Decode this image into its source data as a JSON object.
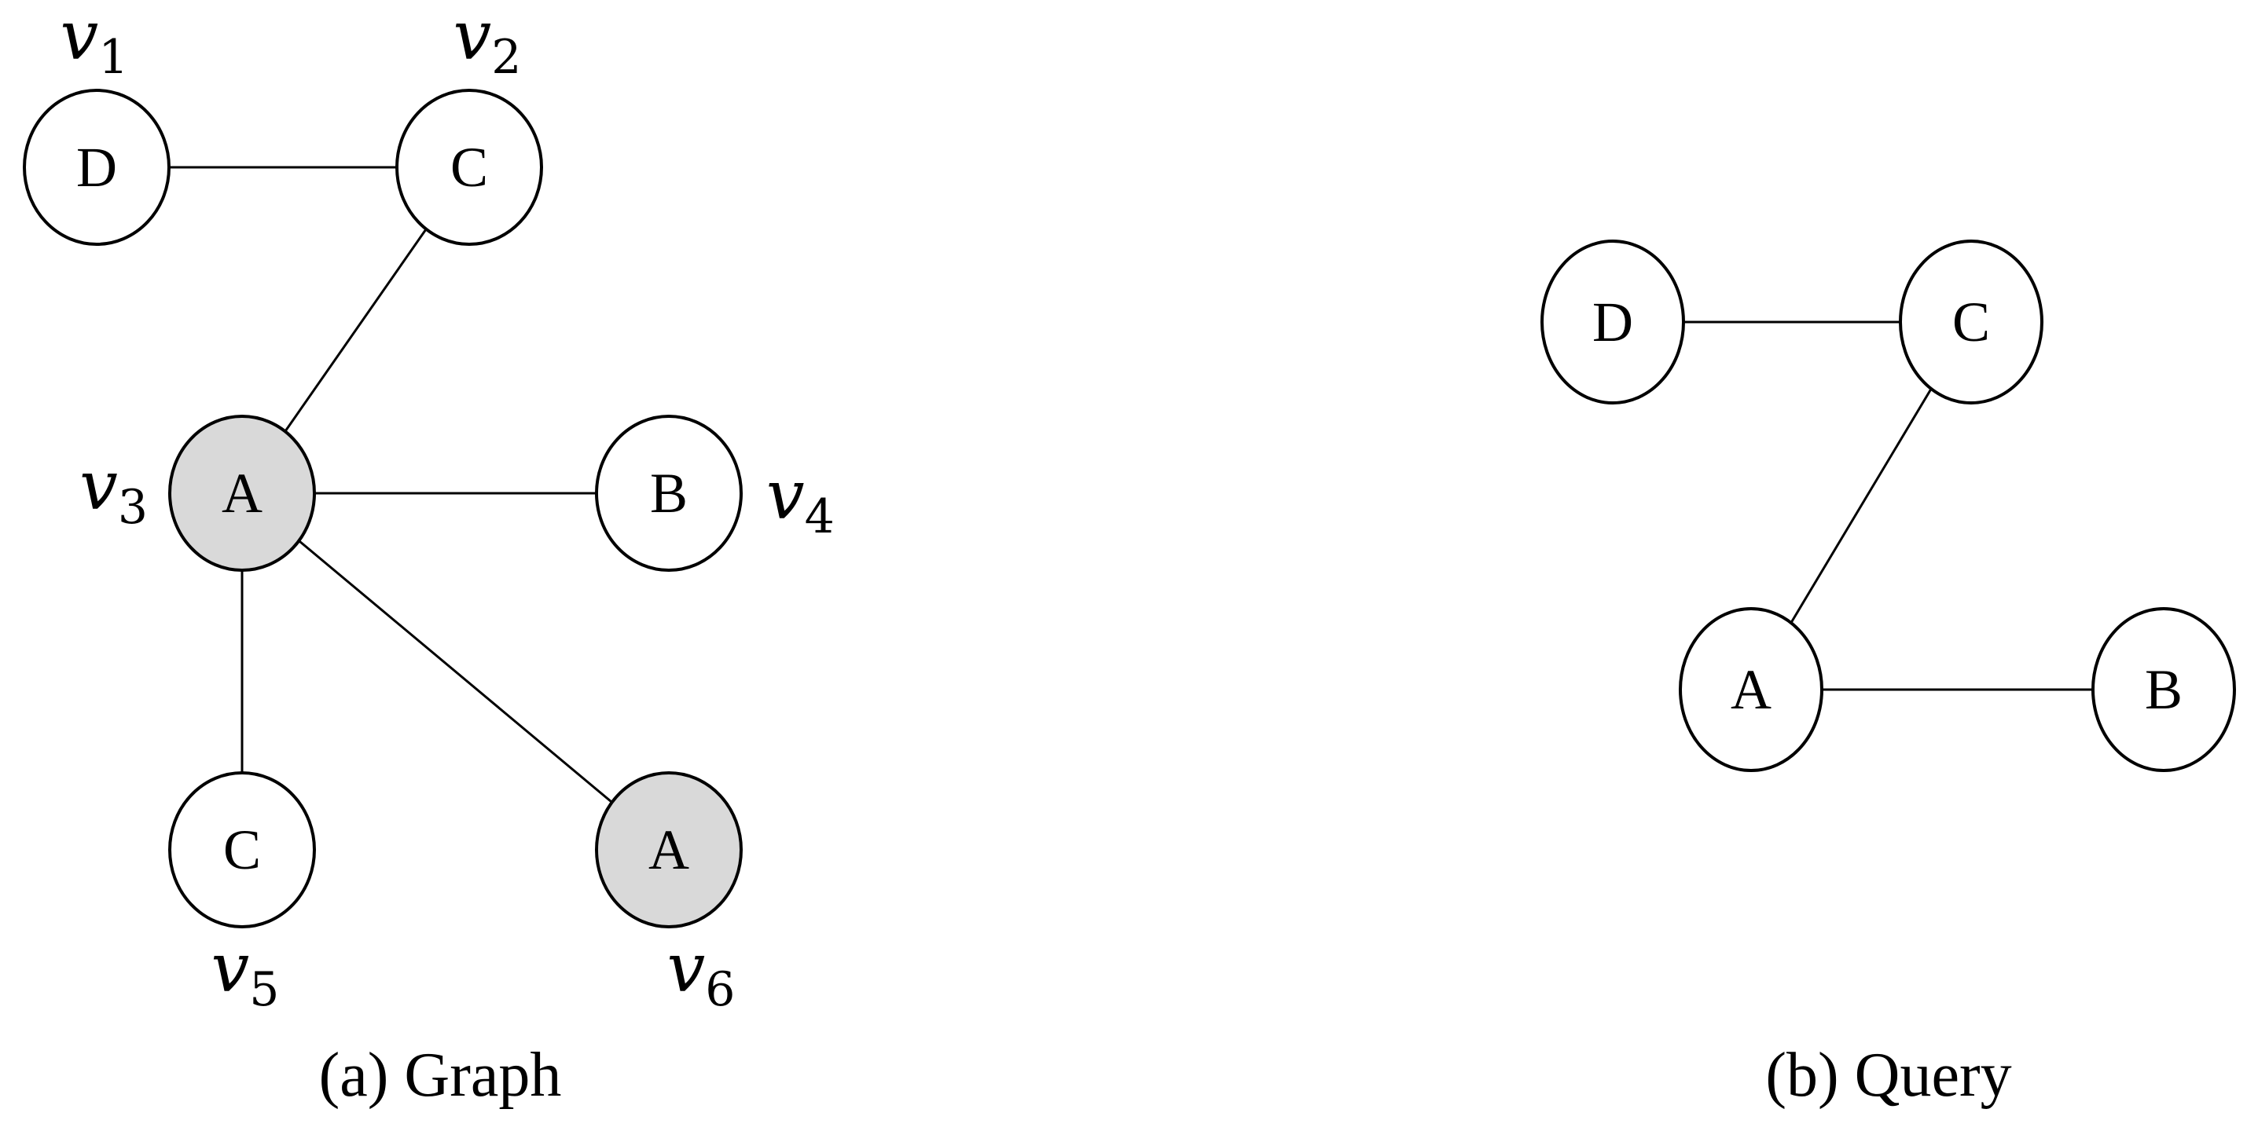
{
  "colors": {
    "node_fill": "#ffffff",
    "highlight_fill": "#d9d9d9",
    "stroke": "#000000"
  },
  "graph": {
    "caption": "(a) Graph",
    "nodes": [
      {
        "id": "v1",
        "label": "D",
        "var": "v",
        "sub": "1",
        "highlight": false
      },
      {
        "id": "v2",
        "label": "C",
        "var": "v",
        "sub": "2",
        "highlight": false
      },
      {
        "id": "v3",
        "label": "A",
        "var": "v",
        "sub": "3",
        "highlight": true
      },
      {
        "id": "v4",
        "label": "B",
        "var": "v",
        "sub": "4",
        "highlight": false
      },
      {
        "id": "v5",
        "label": "C",
        "var": "v",
        "sub": "5",
        "highlight": false
      },
      {
        "id": "v6",
        "label": "A",
        "var": "v",
        "sub": "6",
        "highlight": true
      }
    ],
    "edges": [
      [
        "v1",
        "v2"
      ],
      [
        "v2",
        "v3"
      ],
      [
        "v3",
        "v4"
      ],
      [
        "v3",
        "v5"
      ],
      [
        "v3",
        "v6"
      ]
    ]
  },
  "query": {
    "caption": "(b) Query",
    "nodes": [
      {
        "id": "q1",
        "label": "D"
      },
      {
        "id": "q2",
        "label": "C"
      },
      {
        "id": "q3",
        "label": "A"
      },
      {
        "id": "q4",
        "label": "B"
      }
    ],
    "edges": [
      [
        "q1",
        "q2"
      ],
      [
        "q2",
        "q3"
      ],
      [
        "q3",
        "q4"
      ]
    ]
  }
}
